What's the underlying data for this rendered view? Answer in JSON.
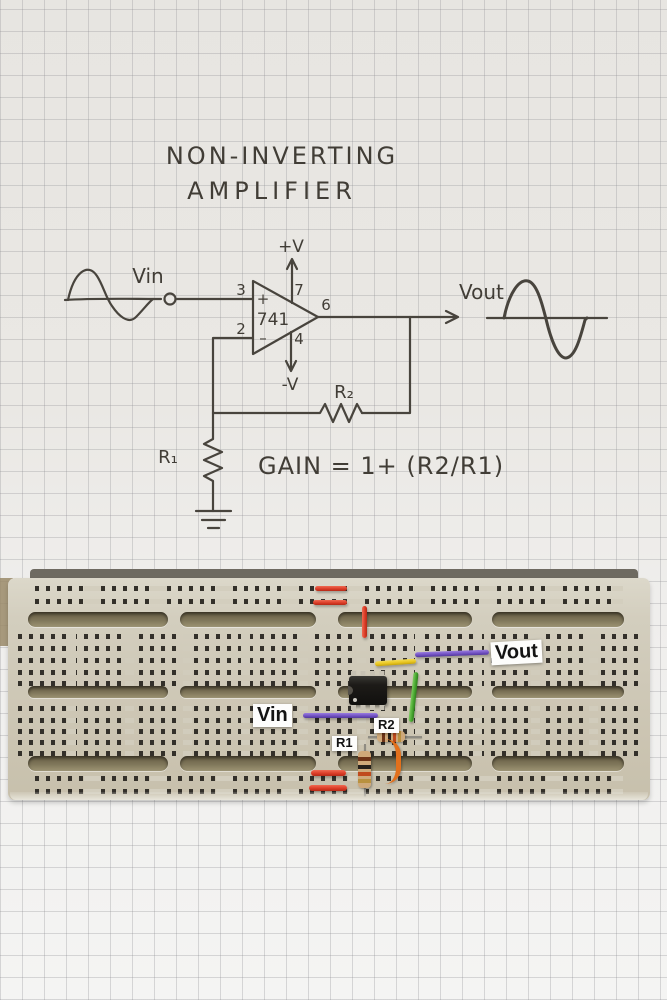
{
  "schematic": {
    "title_line1": "NON-INVERTING",
    "title_line2": "AMPLIFIER",
    "input_label": "Vin",
    "output_label": "Vout",
    "opamp": {
      "part": "741",
      "plus": "+",
      "minus": "–",
      "pin_noninverting": "3",
      "pin_inverting": "2",
      "pin_vplus": "7",
      "pin_vminus": "4",
      "pin_output": "6",
      "vplus": "+V",
      "vminus": "-V"
    },
    "r1_label": "R₁",
    "r2_label": "R₂",
    "gain_equation": "GAIN = 1+ (R2/R1)"
  },
  "breadboard": {
    "stickers": {
      "vin": "Vin",
      "vout": "Vout",
      "r1": "R1",
      "r2": "R2"
    },
    "components": [
      {
        "name": "8-pin DIP op-amp IC",
        "color": "#1d1b18"
      },
      {
        "name": "resistor R1 (vertical, tan with color bands)",
        "color": "#cfa97a"
      },
      {
        "name": "resistor R2 (horizontal, tan with color bands)",
        "color": "#cfa97a"
      },
      {
        "name": "red jumpers (power rails)",
        "color": "#d93a25"
      },
      {
        "name": "purple jumper Vin",
        "color": "#6f4fc0"
      },
      {
        "name": "purple jumper Vout",
        "color": "#6f4fc0"
      },
      {
        "name": "yellow jumper",
        "color": "#e7c31d"
      },
      {
        "name": "green jumper",
        "color": "#46a52e"
      },
      {
        "name": "orange jumper",
        "color": "#e2701c"
      }
    ]
  },
  "colors": {
    "pencil": "#48443d",
    "paper": "#e9e7e3",
    "board": "#cfc9b8",
    "groove": "#7f765a"
  }
}
